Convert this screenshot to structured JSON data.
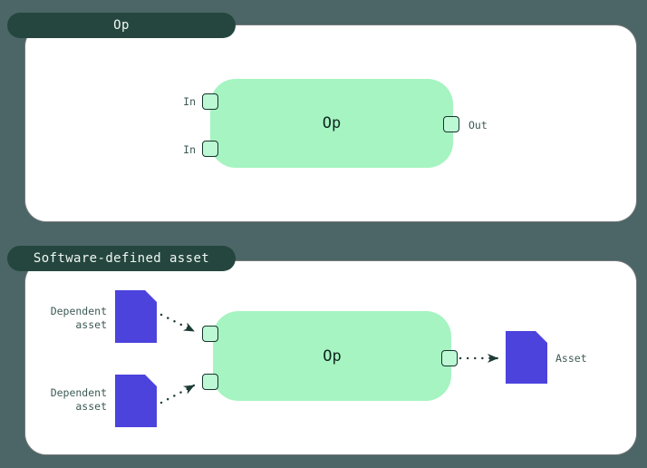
{
  "colors": {
    "background": "#4c6566",
    "tab_background": "#24463e",
    "tab_text": "#f2f7f5",
    "panel_background": "#ffffff",
    "node_green": "#a6f4c1",
    "port_fill": "#bdf8d4",
    "port_border": "#16342e",
    "asset_purple": "#4c43dd",
    "label_text": "#3d5a55",
    "node_text": "#0f2620",
    "arrow_color": "#1d3b35"
  },
  "op_diagram": {
    "tab_label": "Op",
    "node_label": "Op",
    "input_labels": [
      "In",
      "In"
    ],
    "output_label": "Out"
  },
  "sda_diagram": {
    "tab_label": "Software-defined asset",
    "node_label": "Op",
    "dependent_assets": [
      {
        "line1": "Dependent",
        "line2": "asset"
      },
      {
        "line1": "Dependent",
        "line2": "asset"
      }
    ],
    "output_asset_label": "Asset"
  }
}
